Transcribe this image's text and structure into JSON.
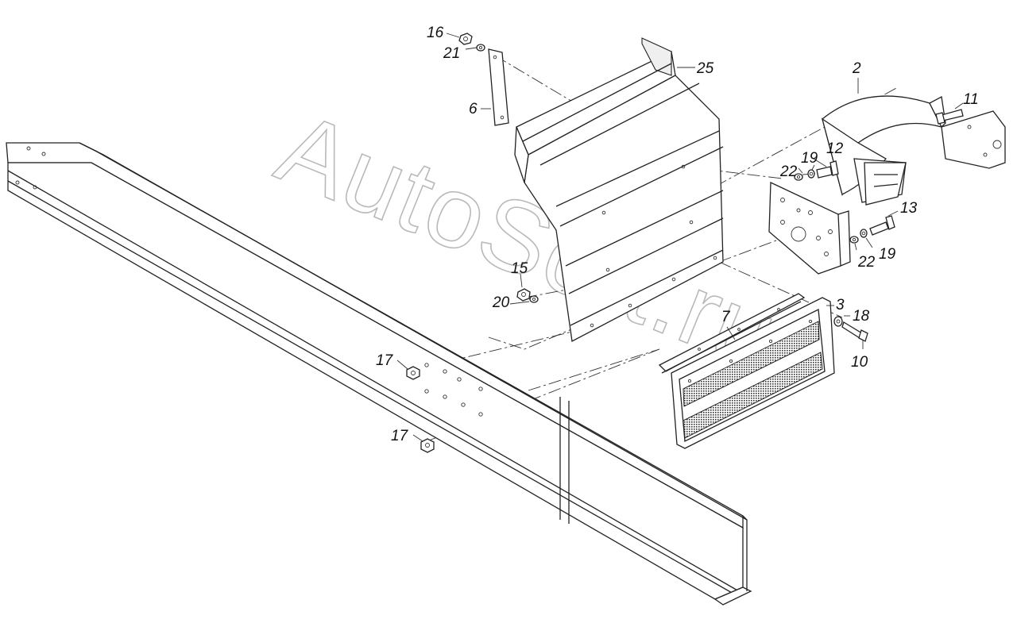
{
  "watermark": "AutoSoft.ru",
  "callouts": {
    "c16": "16",
    "c21": "21",
    "c6": "6",
    "c25": "25",
    "c2": "2",
    "c11": "11",
    "c12": "12",
    "c19a": "19",
    "c22a": "22",
    "c13": "13",
    "c22b": "22",
    "c19b": "19",
    "c15": "15",
    "c20": "20",
    "c3": "3",
    "c7": "7",
    "c18": "18",
    "c10": "10",
    "c17a": "17",
    "c17b": "17"
  }
}
